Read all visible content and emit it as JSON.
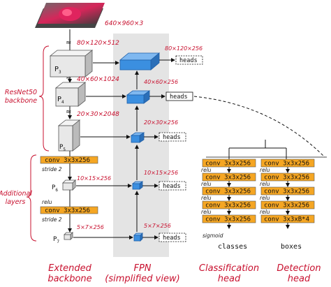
{
  "image_size_label": "640×960×3",
  "dims": {
    "p3": "80×120×512",
    "p4": "40×60×1024",
    "p5": "20×30×2048",
    "p6": "10×15×256",
    "p7": "5×7×256",
    "fpn3": "80×120×256",
    "fpn4": "40×60×256",
    "fpn5": "20×30×256",
    "fpn6": "10×15×256",
    "fpn7": "5×7×256"
  },
  "backbone_levels": [
    "P3",
    "P4",
    "P5",
    "P6",
    "P7"
  ],
  "resnet_label_1": "ResNet50",
  "resnet_label_2": "backbone",
  "additional_label_1": "Additional",
  "additional_label_2": "layers",
  "heads_label": "heads",
  "conv_stride_label": "conv 3x3x256",
  "stride2_label": "stride 2",
  "relu_label": "relu",
  "class_convs": [
    "conv 3x3x256",
    "conv 3x3x256",
    "conv 3x3x256",
    "conv 3x3x256",
    "conv 3x3x256"
  ],
  "box_convs": [
    "conv 3x3x256",
    "conv 3x3x256",
    "conv 3x3x256",
    "conv 3x3x256",
    "conv 3x3xB*4"
  ],
  "sigmoid_label": "sigmoid",
  "classes_label": "classes",
  "boxes_label": "boxes",
  "sections": {
    "extended_1": "Extended",
    "extended_2": "backbone",
    "fpn_1": "FPN",
    "fpn_2": "(simplified view)",
    "class_1": "Classification",
    "class_2": "head",
    "det_1": "Detection",
    "det_2": "head"
  },
  "colors": {
    "conv_fill": "#f5a623",
    "fpn_blue": "#3b8fe0",
    "fpn_panel": "#e4e4e4",
    "annotation_red": "#c8102e"
  }
}
